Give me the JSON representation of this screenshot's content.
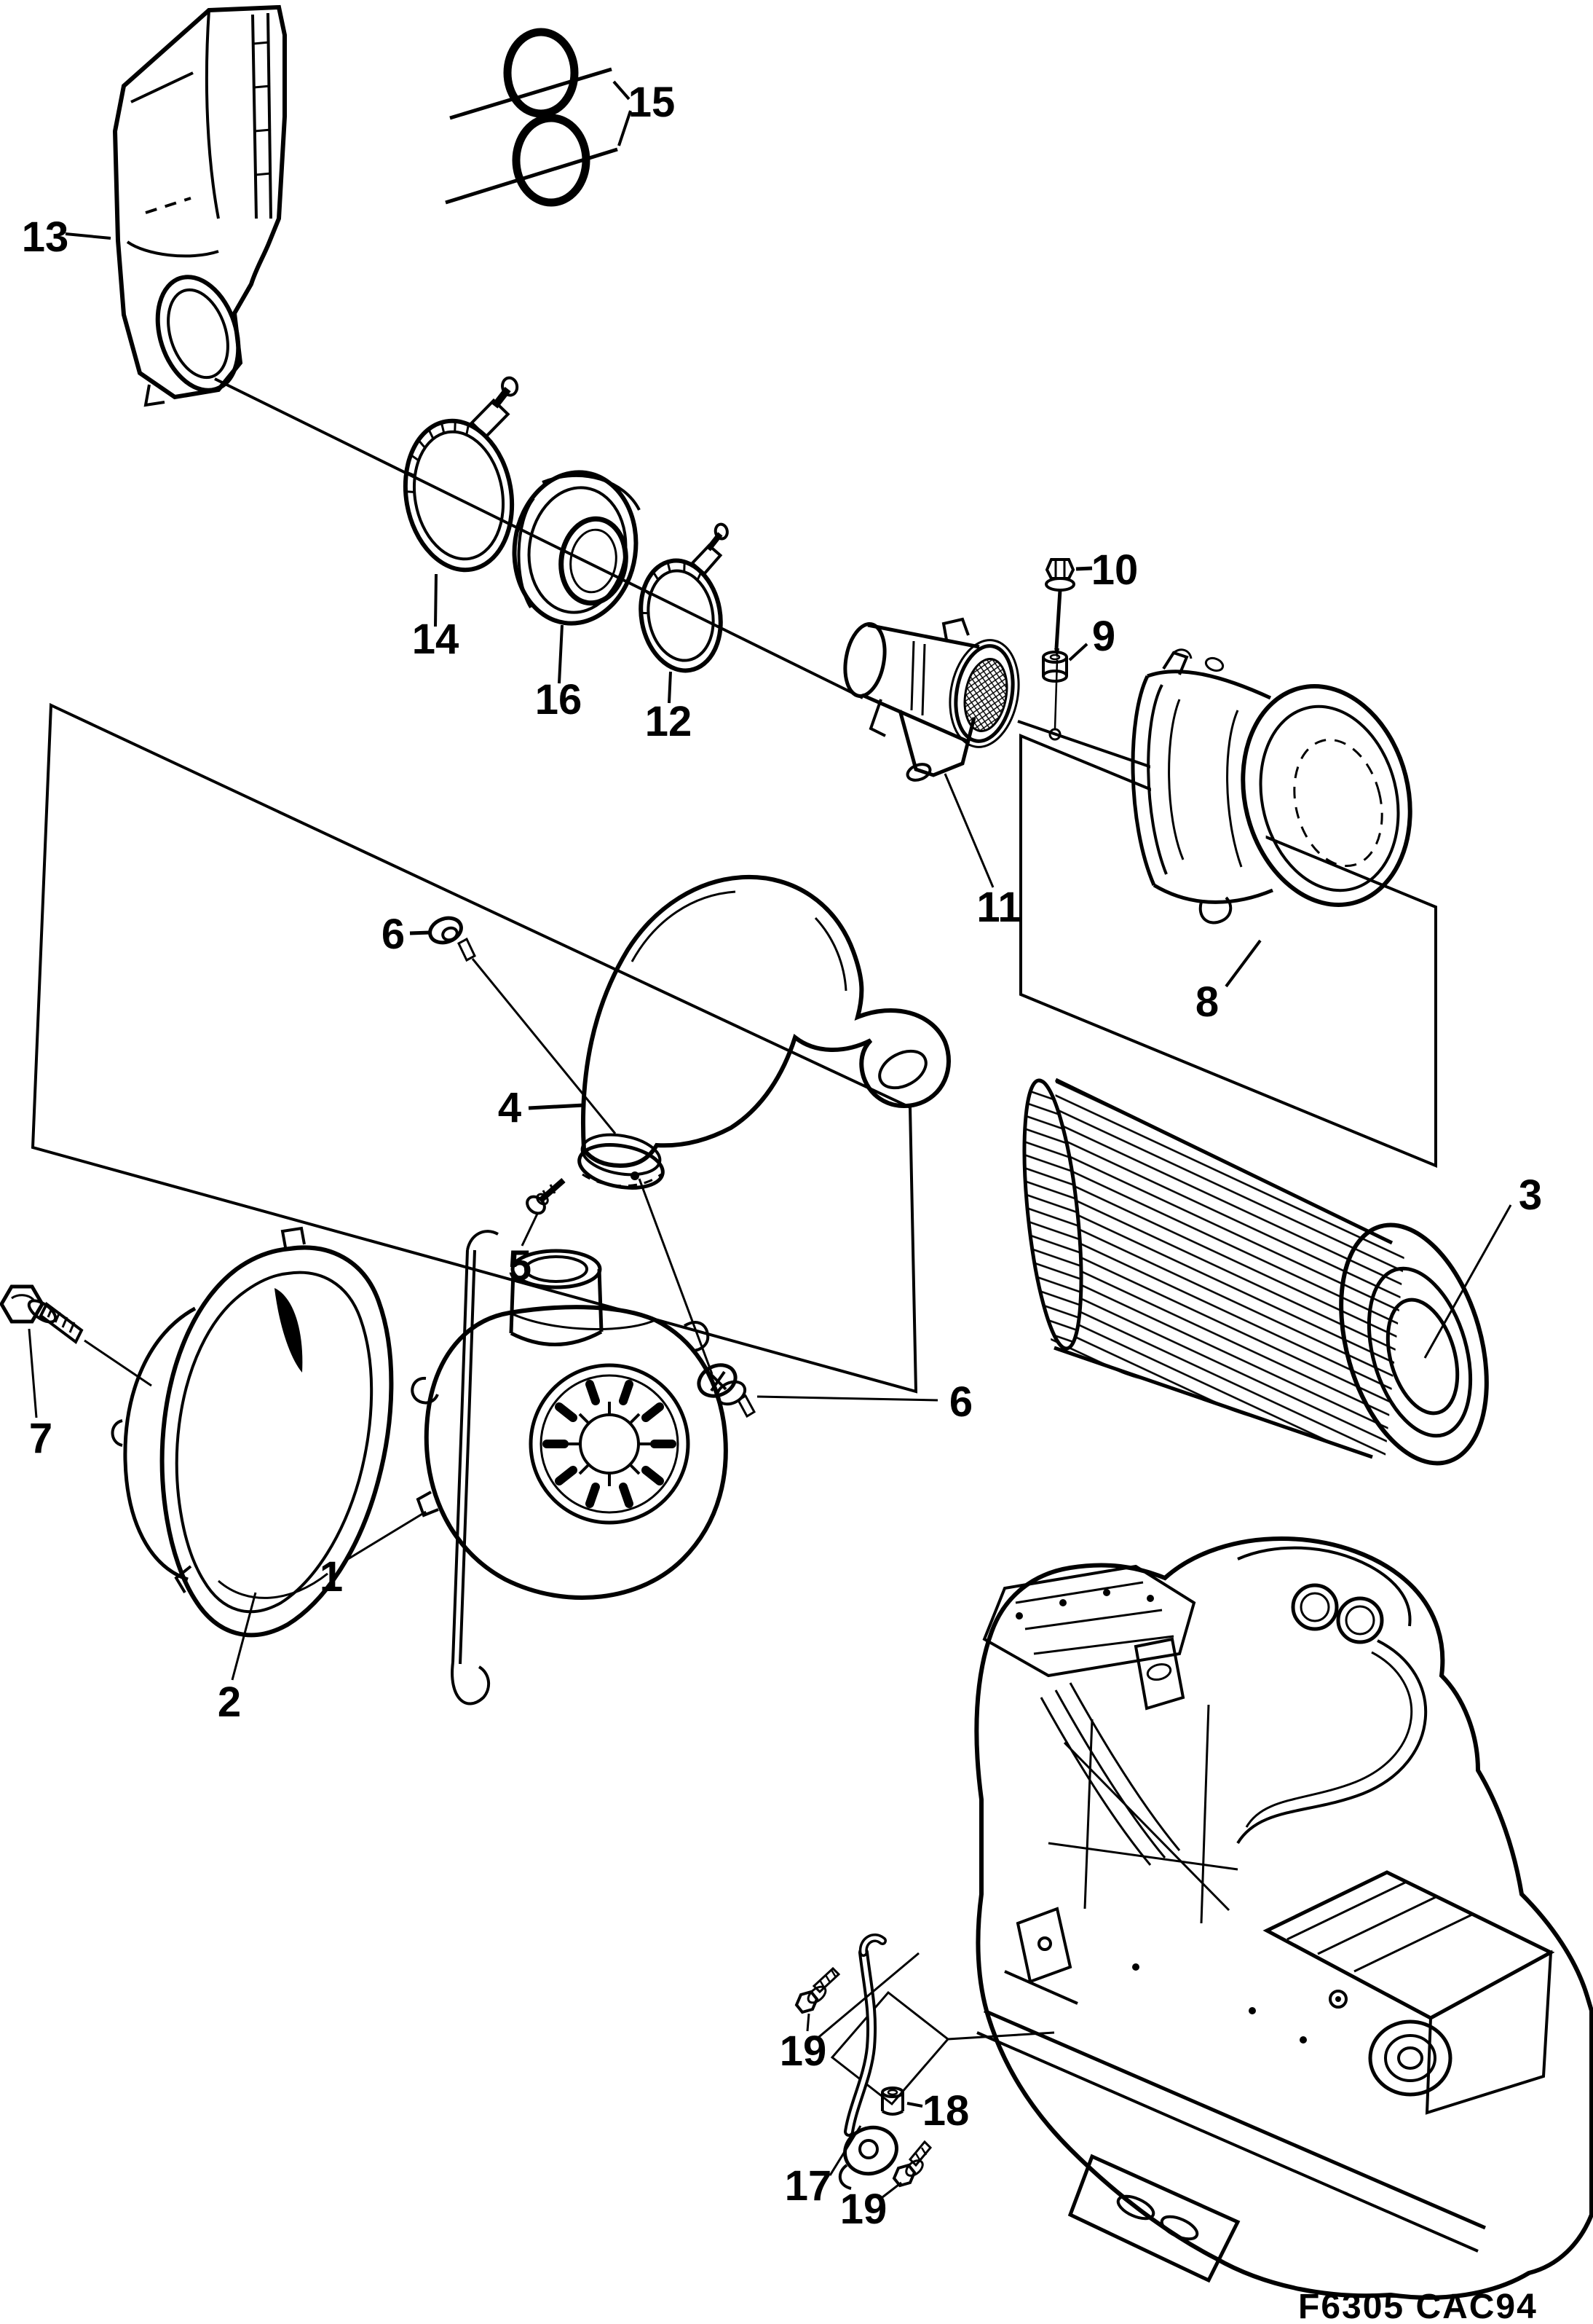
{
  "figure": {
    "type": "exploded-parts-diagram",
    "subject": "Air cleaner and intake assembly with engine mounting",
    "code": "F6305 CAC94",
    "background": "#ffffff",
    "line_color": "#000000"
  },
  "callouts": [
    {
      "label": "13",
      "part": "intake-resonator-duct"
    },
    {
      "label": "15",
      "part": "o-ring-seals"
    },
    {
      "label": "14",
      "part": "hose-clamp-large"
    },
    {
      "label": "16",
      "part": "rubber-adapter-sleeve"
    },
    {
      "label": "12",
      "part": "hose-clamp-small"
    },
    {
      "label": "11",
      "part": "air-mass-meter"
    },
    {
      "label": "10",
      "part": "screw"
    },
    {
      "label": "9",
      "part": "spacer-sleeve"
    },
    {
      "label": "8",
      "part": "air-cleaner-cover"
    },
    {
      "label": "3",
      "part": "air-filter-element"
    },
    {
      "label": "6",
      "part": "screw-with-washer-upper"
    },
    {
      "label": "4",
      "part": "intake-pipe"
    },
    {
      "label": "5",
      "part": "clamp-screw"
    },
    {
      "label": "7",
      "part": "flange-bolt-front"
    },
    {
      "label": "2",
      "part": "air-cleaner-lid"
    },
    {
      "label": "6",
      "part": "screw-with-washer-lower"
    },
    {
      "label": "1",
      "part": "air-cleaner-housing"
    },
    {
      "label": "19",
      "part": "bracket-bolt-upper"
    },
    {
      "label": "18",
      "part": "nut-spacer"
    },
    {
      "label": "17",
      "part": "support-bracket"
    },
    {
      "label": "19",
      "part": "bracket-bolt-lower"
    }
  ]
}
